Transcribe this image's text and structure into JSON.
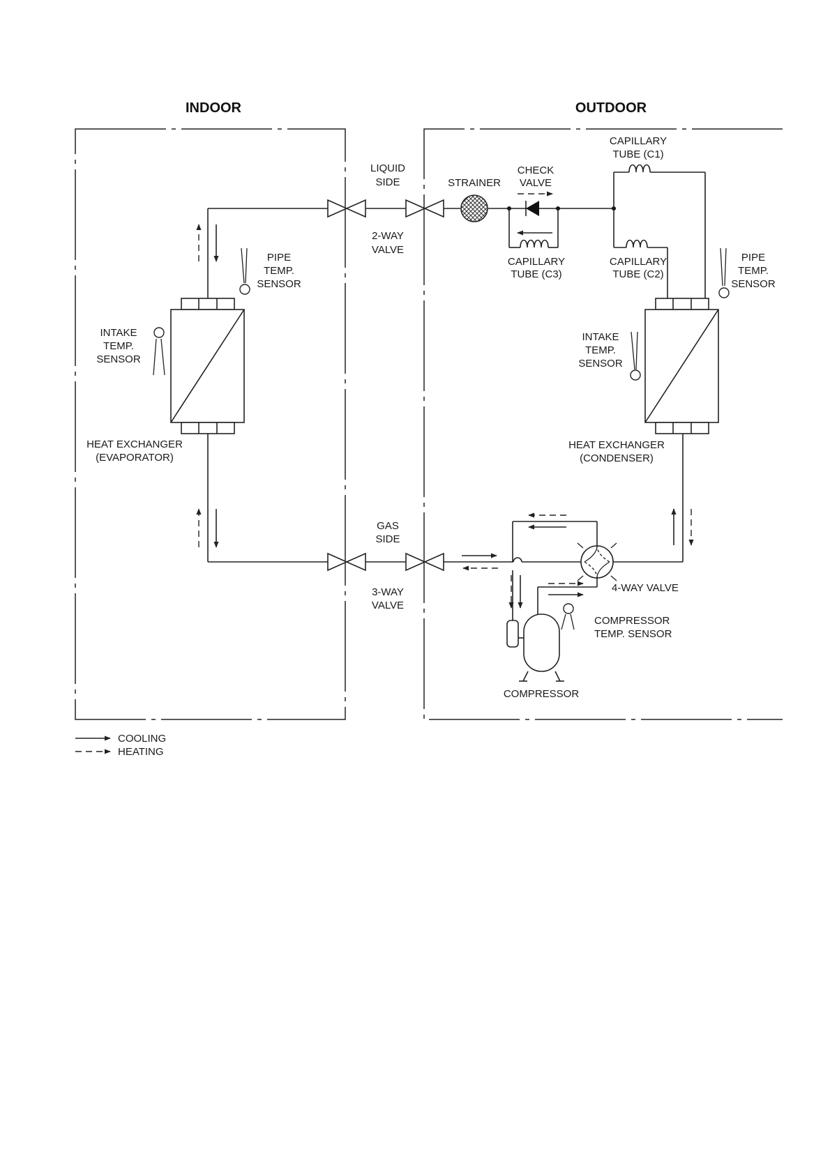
{
  "headers": {
    "indoor": "INDOOR",
    "outdoor": "OUTDOOR"
  },
  "labels": {
    "liquid_side": [
      "LIQUID",
      "SIDE"
    ],
    "two_way_valve": [
      "2-WAY",
      "VALVE"
    ],
    "gas_side": [
      "GAS",
      "SIDE"
    ],
    "three_way_valve": [
      "3-WAY",
      "VALVE"
    ],
    "strainer": "STRAINER",
    "check_valve": [
      "CHECK",
      "VALVE"
    ],
    "capillary_c1": [
      "CAPILLARY",
      "TUBE (C1)"
    ],
    "capillary_c2": [
      "CAPILLARY",
      "TUBE (C2)"
    ],
    "capillary_c3": [
      "CAPILLARY",
      "TUBE (C3)"
    ],
    "indoor_pipe_sensor": [
      "PIPE",
      "TEMP.",
      "SENSOR"
    ],
    "outdoor_pipe_sensor": [
      "PIPE",
      "TEMP.",
      "SENSOR"
    ],
    "indoor_intake_sensor": [
      "INTAKE",
      "TEMP.",
      "SENSOR"
    ],
    "outdoor_intake_sensor": [
      "INTAKE",
      "TEMP.",
      "SENSOR"
    ],
    "evaporator": [
      "HEAT EXCHANGER",
      "(EVAPORATOR)"
    ],
    "condenser": [
      "HEAT EXCHANGER",
      "(CONDENSER)"
    ],
    "four_way_valve": "4-WAY VALVE",
    "compressor_sensor": [
      "COMPRESSOR",
      "TEMP. SENSOR"
    ],
    "compressor": "COMPRESSOR"
  },
  "legend": {
    "cooling": "COOLING",
    "heating": "HEATING"
  }
}
